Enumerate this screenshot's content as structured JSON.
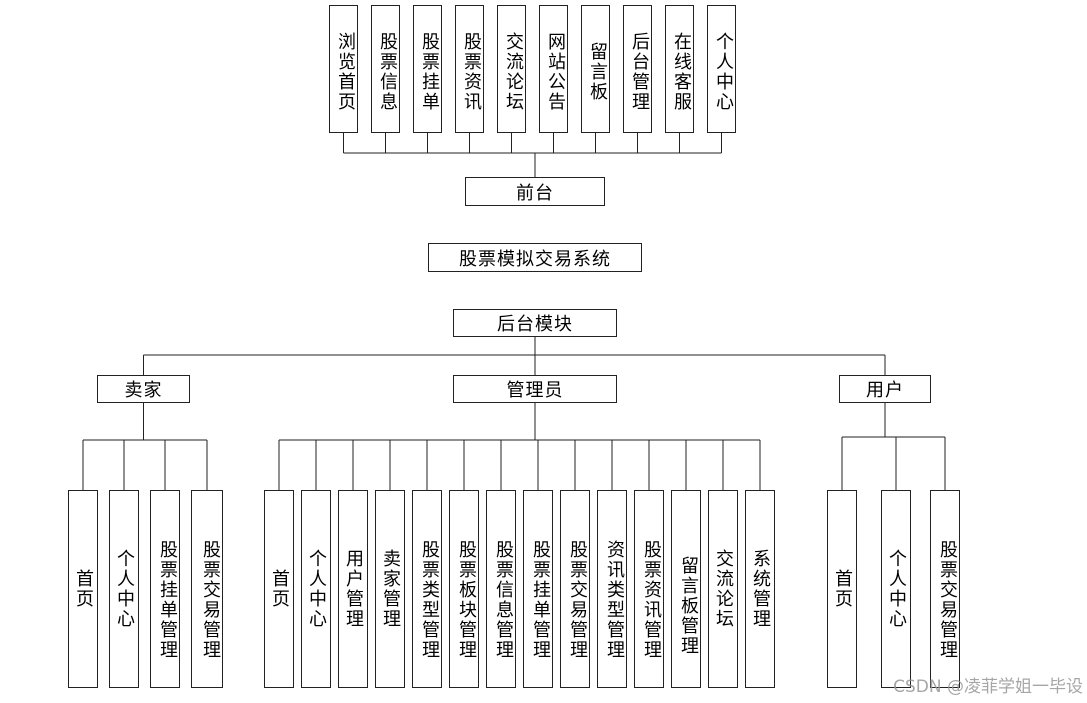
{
  "frontend": {
    "label": "前台",
    "items": [
      "浏览首页",
      "股票信息",
      "股票挂单",
      "股票资讯",
      "交流论坛",
      "网站公告",
      "留言板",
      "后台管理",
      "在线客服",
      "个人中心"
    ]
  },
  "system": {
    "label": "股票模拟交易系统"
  },
  "backend": {
    "label": "后台模块"
  },
  "roles": [
    {
      "label": "卖家",
      "items": [
        "首页",
        "个人中心",
        "股票挂单管理",
        "股票交易管理"
      ]
    },
    {
      "label": "管理员",
      "items": [
        "首页",
        "个人中心",
        "用户管理",
        "卖家管理",
        "股票类型管理",
        "股票板块管理",
        "股票信息管理",
        "股票挂单管理",
        "股票交易管理",
        "资讯类型管理",
        "股票资讯管理",
        "留言板管理",
        "交流论坛",
        "系统管理"
      ]
    },
    {
      "label": "用户",
      "items": [
        "首页",
        "个人中心",
        "股票交易管理"
      ]
    }
  ],
  "watermark": "CSDN @凌菲学姐一毕设"
}
